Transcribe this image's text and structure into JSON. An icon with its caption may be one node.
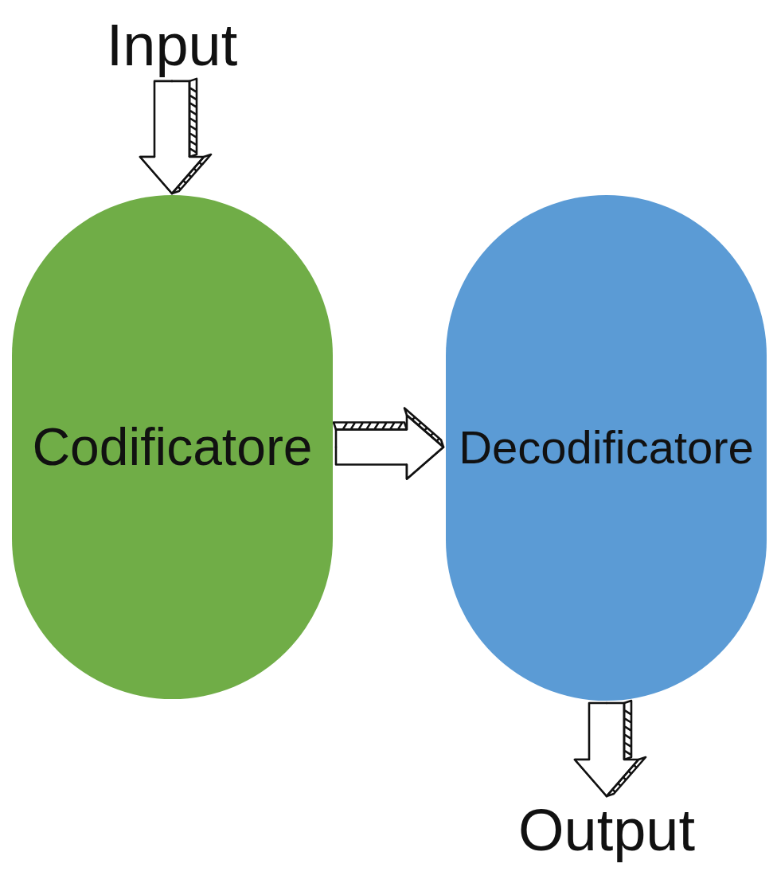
{
  "diagram": {
    "nodes": [
      {
        "text": [
          "Input"
        ]
      },
      {
        "text": [
          "Codificatore"
        ]
      },
      {
        "text": [
          "Decodificatore"
        ]
      },
      {
        "text": [
          "Output"
        ]
      }
    ],
    "edges": [
      {
        "from": 0,
        "to": 1,
        "arrow": "to"
      },
      {
        "from": 1,
        "to": 2,
        "arrow": "to"
      },
      {
        "from": 2,
        "to": 3,
        "arrow": "to"
      }
    ]
  }
}
